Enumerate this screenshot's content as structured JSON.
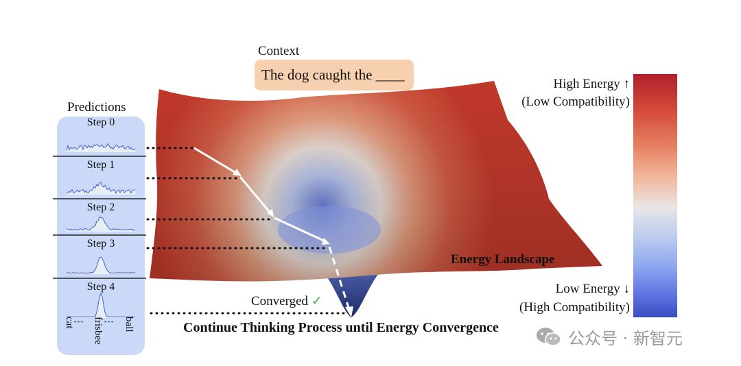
{
  "context": {
    "label": "Context",
    "sentence": "The dog caught the ____"
  },
  "predictions": {
    "title": "Predictions",
    "steps": [
      {
        "label": "Step 0",
        "peak": 0.15
      },
      {
        "label": "Step 1",
        "peak": 0.35
      },
      {
        "label": "Step 2",
        "peak": 0.6
      },
      {
        "label": "Step 3",
        "peak": 0.8
      },
      {
        "label": "Step 4",
        "peak": 1.0
      }
    ],
    "tokens": [
      "cat",
      "⋮",
      "frisbee",
      "⋮",
      "ball"
    ]
  },
  "colorbar": {
    "high_label": "High Energy ↑",
    "high_sub": "(Low Compatibility)",
    "low_label": "Low Energy ↓",
    "low_sub": "(High Compatibility)"
  },
  "landscape": {
    "label": "Energy Landscape",
    "converged_label": "Converged",
    "converged_mark": "✓"
  },
  "caption": "Continue Thinking Process until Energy Convergence",
  "watermark": {
    "text": "公众号 · 新智元",
    "icon": "wechat-icon"
  },
  "colors": {
    "surface_high": "#c0392b",
    "surface_low": "#3b4cc0",
    "panel": "#c9d9f7",
    "context_box": "#f7d0b0",
    "check": "#3cb44b"
  }
}
